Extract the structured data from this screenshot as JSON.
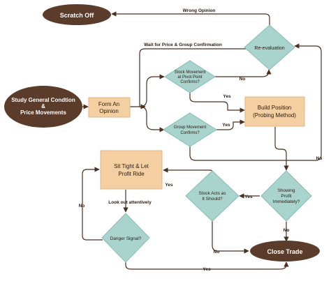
{
  "colors": {
    "oval": "#5b3b2a",
    "oval_text": "#ffffff",
    "box": "#f3cfa2",
    "box_border": "#e3b580",
    "diamond": "#a9d3cd",
    "diamond_border": "#86bdb6",
    "line": "#4a2e1e",
    "text": "#2a1a10"
  },
  "nodes": {
    "scratch_off": "Scratch Off",
    "study": [
      "Study General Condtion",
      "&",
      "Price Movements"
    ],
    "form_opinion": [
      "Form An",
      "Opinion"
    ],
    "stock_pivot": [
      "Stock Movement",
      "at Pivot Point",
      "Confirms?"
    ],
    "group_movement": [
      "Group Movement",
      "Confirms?"
    ],
    "re_evaluation": "Re-evaluation",
    "build_position": [
      "Build Position",
      "(Probing Method)"
    ],
    "showing_profit": [
      "Showing",
      "Profit",
      "Immediately?"
    ],
    "stock_acts": [
      "Stock Acts as",
      "It Should?"
    ],
    "sit_tight": [
      "Sit Tight & Let",
      "Profit Ride"
    ],
    "danger_signal": "Danger Signal?",
    "close_trade": "Close Trade"
  },
  "edge_labels": {
    "wrong_opinion": "Wrong Opinion",
    "wait_confirmation": "Wait for Price & Group Confirmation",
    "no_pivot": "No",
    "yes_pivot": "Yes",
    "yes_group": "Yes",
    "no_group": "No",
    "yes_profit": "Yes",
    "no_profit": "No",
    "yes_acts": "Yes",
    "no_acts": "No",
    "look_out": "Look out attentively",
    "no_danger": "No",
    "yes_danger": "Yes"
  }
}
